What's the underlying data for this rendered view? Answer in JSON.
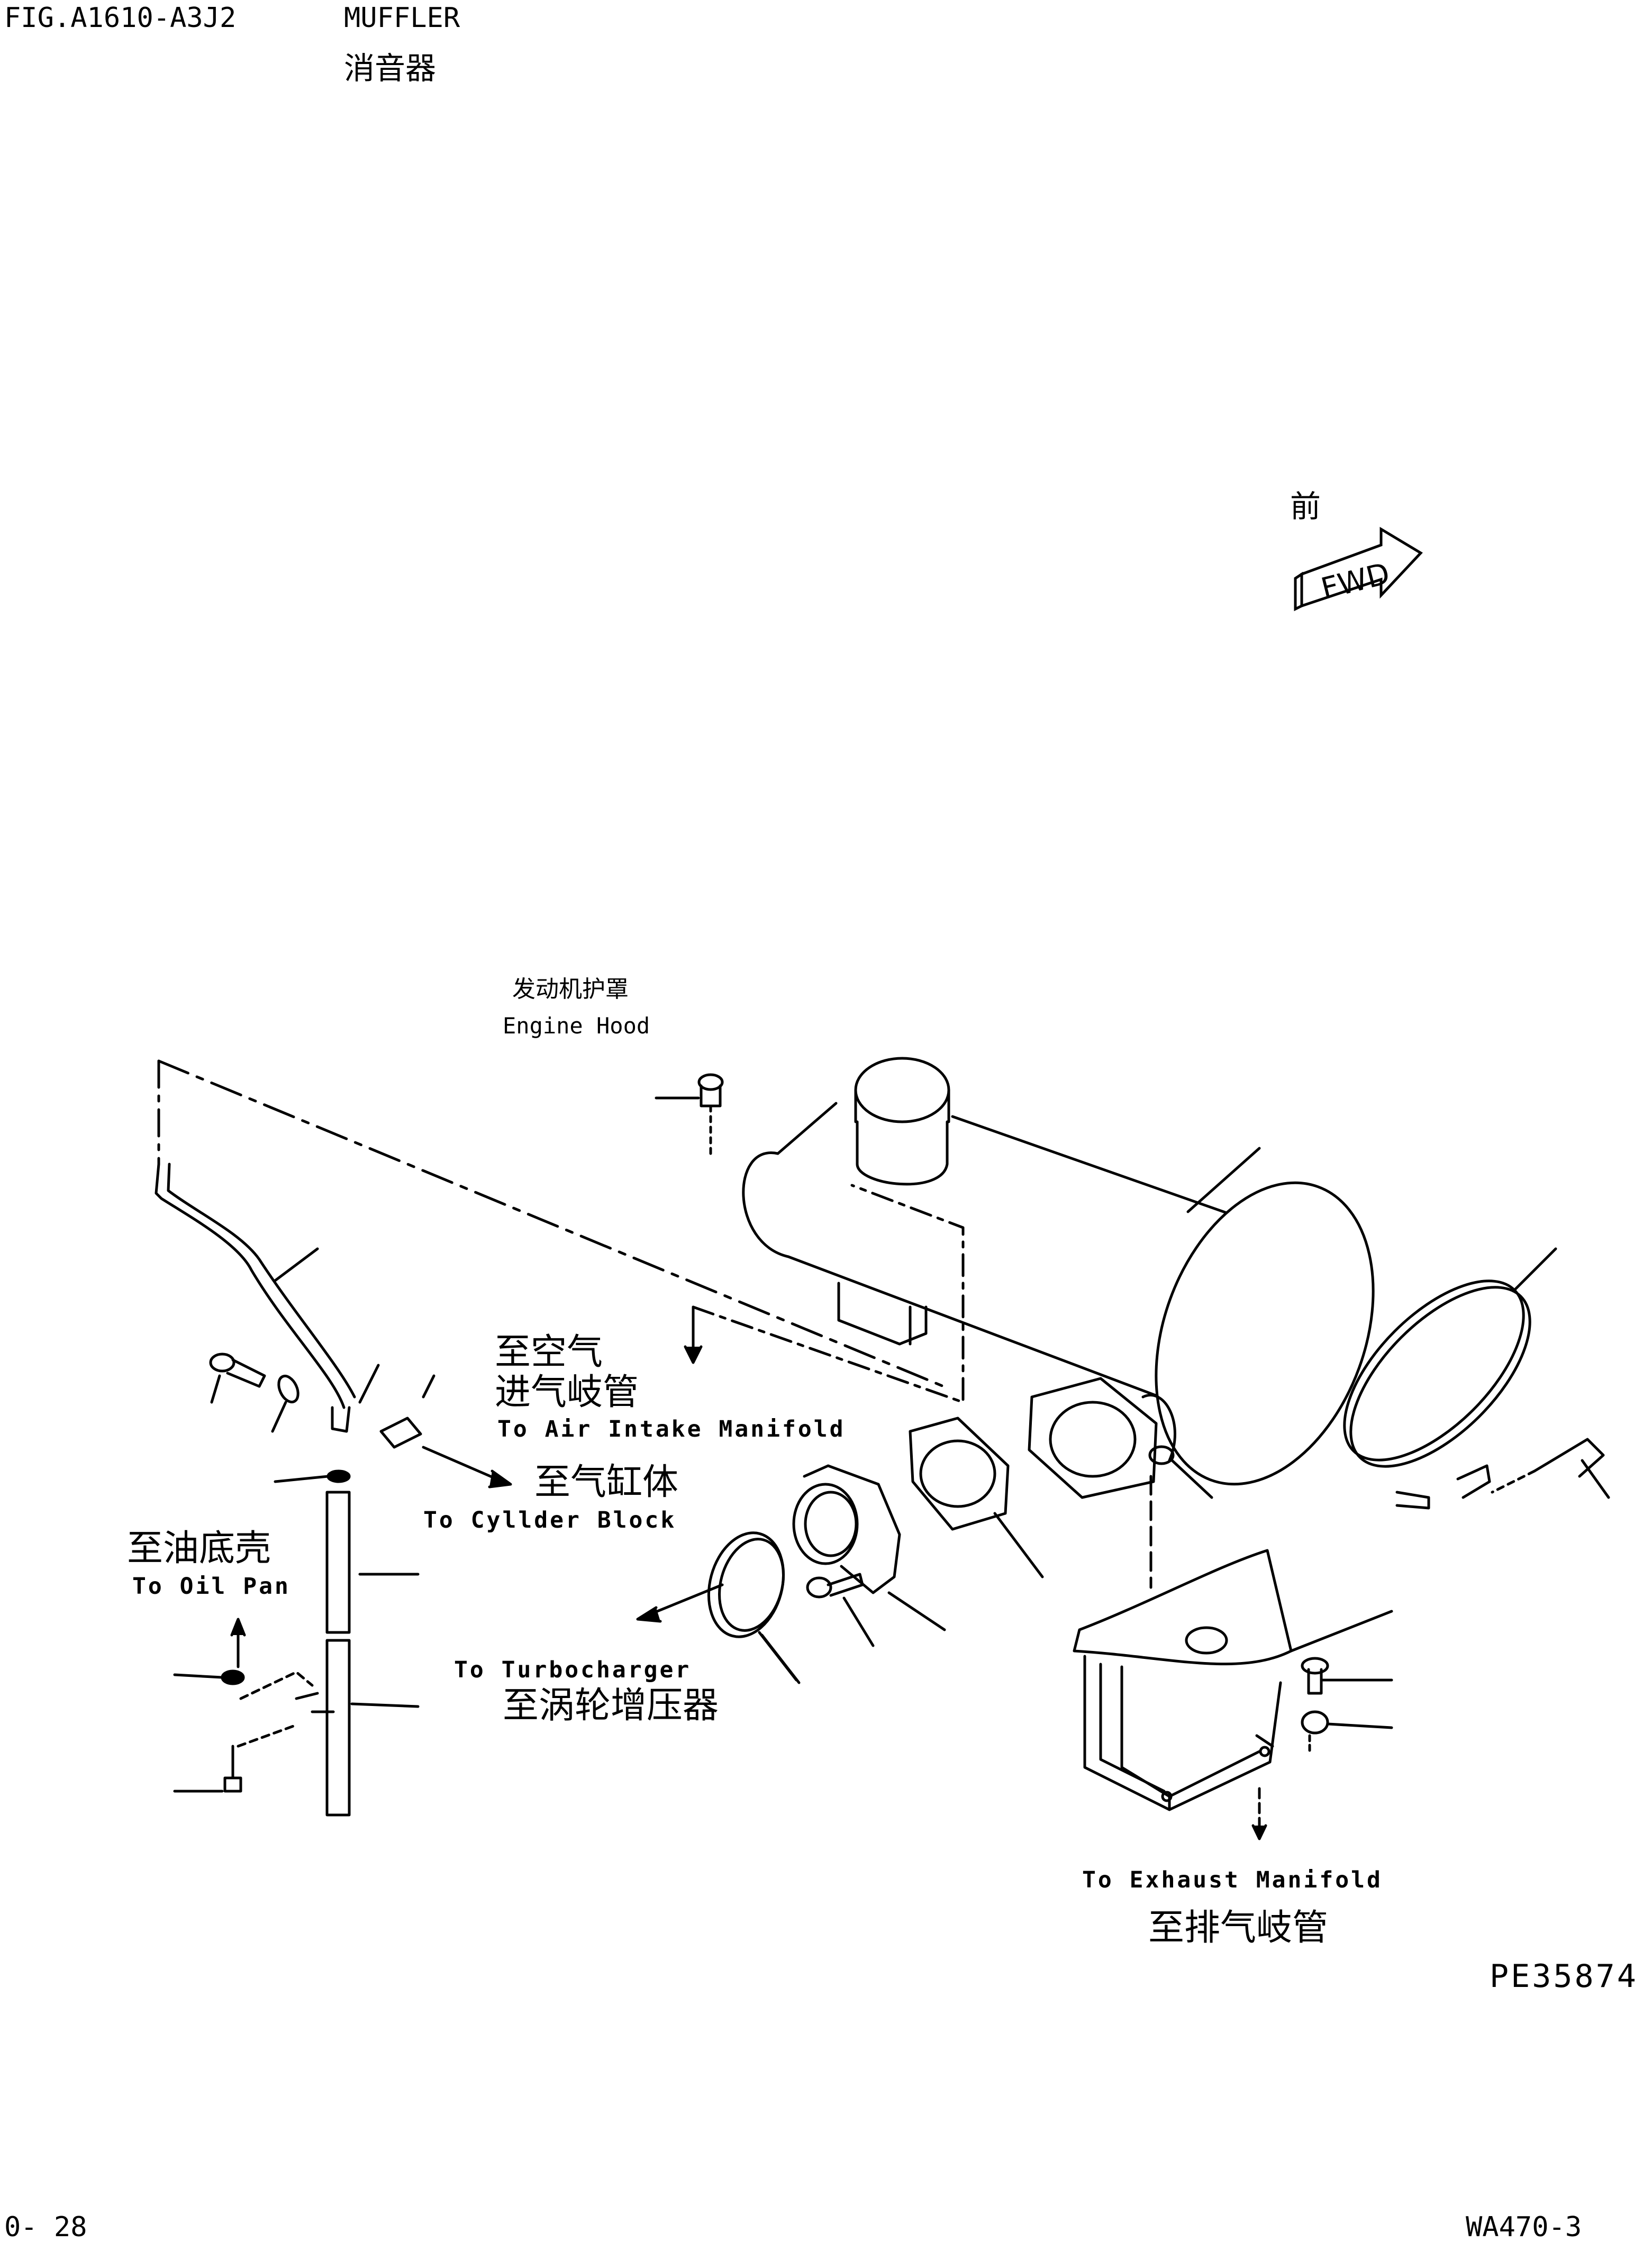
{
  "header": {
    "fig_number": "FIG.A1610-A3J2",
    "title_en": "MUFFLER",
    "title_cn": "消音器"
  },
  "fwd_indicator": {
    "label_cn": "前",
    "label_en": "FWD"
  },
  "labels": {
    "engine_hood_cn": "发动机护罩",
    "engine_hood_en": "Engine Hood",
    "air_intake_cn_line1": "至空气",
    "air_intake_cn_line2": "进气岐管",
    "air_intake_en": "To Air Intake Manifold",
    "cylinder_block_cn": "至气缸体",
    "cylinder_block_en": "To Cyllder Block",
    "oil_pan_cn": "至油底壳",
    "oil_pan_en": "To Oil Pan",
    "turbocharger_en": "To Turbocharger",
    "turbocharger_cn": "至涡轮增压器",
    "exhaust_manifold_en": "To Exhaust Manifold",
    "exhaust_manifold_cn": "至排气岐管"
  },
  "drawing_number": "PE35874",
  "footer": {
    "page": "0- 28",
    "model": "WA470-3"
  }
}
